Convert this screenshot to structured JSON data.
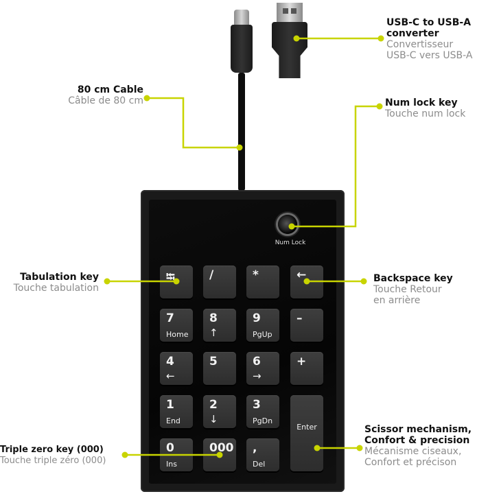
{
  "callouts": {
    "usb_converter": {
      "en": "USB-C to USB-A\nconverter",
      "fr": "Convertisseur\nUSB-C vers USB-A"
    },
    "cable": {
      "en": "80 cm Cable",
      "fr": "Câble de 80 cm"
    },
    "numlock": {
      "en": "Num lock key",
      "fr": "Touche num lock"
    },
    "tab": {
      "en": "Tabulation key",
      "fr": "Touche tabulation"
    },
    "backspace": {
      "en": "Backspace key",
      "fr": "Touche Retour\nen arrière"
    },
    "triple_zero": {
      "en": "Triple zero key (000)",
      "fr": "Touche triple zéro (000)"
    },
    "scissor": {
      "en": "Scissor mechanism,\nConfort & precision",
      "fr": "Mécanisme ciseaux,\nConfort et précison"
    }
  },
  "device": {
    "numlock_label": "Num Lock"
  },
  "keys": {
    "tab": "⭾",
    "slash": "/",
    "star": "*",
    "backspace": "←",
    "k7": "7",
    "k7b": "Home",
    "k8": "8",
    "k8b": "↑",
    "k9": "9",
    "k9b": "PgUp",
    "minus": "–",
    "k4": "4",
    "k4b": "←",
    "k5": "5",
    "k6": "6",
    "k6b": "→",
    "plus": "+",
    "k1": "1",
    "k1b": "End",
    "k2": "2",
    "k2b": "↓",
    "k3": "3",
    "k3b": "PgDn",
    "enter": "Enter",
    "k0": "0",
    "k0b": "Ins",
    "k000": "000",
    "comma": ",",
    "commab": "Del"
  },
  "colors": {
    "accent": "#c8d400",
    "keypad": "#1a1a1a",
    "key": "#363636",
    "label_en": "#111111",
    "label_fr": "#8c8c8c"
  },
  "icons": {
    "callout_dot": "dot-icon"
  }
}
